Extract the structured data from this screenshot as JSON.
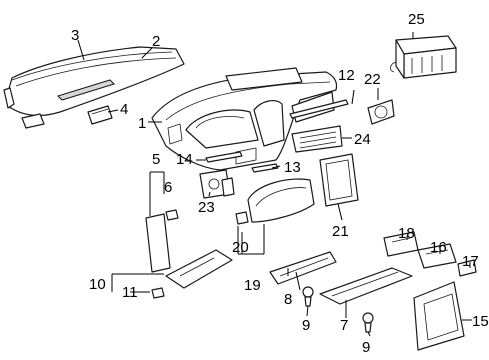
{
  "callouts": [
    {
      "id": "c1",
      "label": "1"
    },
    {
      "id": "c2",
      "label": "2"
    },
    {
      "id": "c3",
      "label": "3"
    },
    {
      "id": "c4",
      "label": "4"
    },
    {
      "id": "c5",
      "label": "5"
    },
    {
      "id": "c6",
      "label": "6"
    },
    {
      "id": "c7",
      "label": "7"
    },
    {
      "id": "c8",
      "label": "8"
    },
    {
      "id": "c9a",
      "label": "9"
    },
    {
      "id": "c9b",
      "label": "9"
    },
    {
      "id": "c10",
      "label": "10"
    },
    {
      "id": "c11",
      "label": "11"
    },
    {
      "id": "c12",
      "label": "12"
    },
    {
      "id": "c13",
      "label": "13"
    },
    {
      "id": "c14",
      "label": "14"
    },
    {
      "id": "c15",
      "label": "15"
    },
    {
      "id": "c16",
      "label": "16"
    },
    {
      "id": "c17",
      "label": "17"
    },
    {
      "id": "c18",
      "label": "18"
    },
    {
      "id": "c19",
      "label": "19"
    },
    {
      "id": "c20",
      "label": "20"
    },
    {
      "id": "c21",
      "label": "21"
    },
    {
      "id": "c22",
      "label": "22"
    },
    {
      "id": "c23",
      "label": "23"
    },
    {
      "id": "c24",
      "label": "24"
    },
    {
      "id": "c25",
      "label": "25"
    }
  ]
}
